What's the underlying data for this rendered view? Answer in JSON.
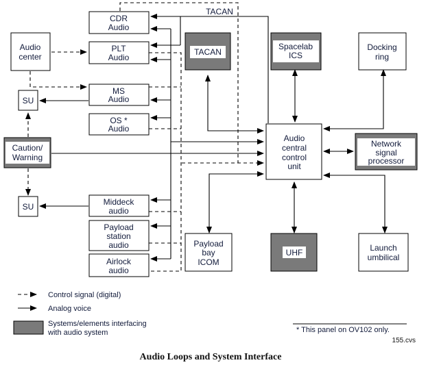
{
  "diagram": {
    "caption": "Audio Loops and System Interface",
    "file_ref": "155.cvs",
    "footnote": "* This panel on OV102 only.",
    "bus_label": "TACAN",
    "nodes": {
      "cdr_audio": [
        "CDR",
        "Audio"
      ],
      "plt_audio": [
        "PLT",
        "Audio"
      ],
      "audio_center": [
        "Audio",
        "center"
      ],
      "ms_audio": [
        "MS",
        "Audio"
      ],
      "os_audio": [
        "OS *",
        "Audio"
      ],
      "su_top": [
        "SU"
      ],
      "caution_warning": [
        "Caution/",
        "Warning"
      ],
      "su_bottom": [
        "SU"
      ],
      "middeck_audio": [
        "Middeck",
        "audio"
      ],
      "payload_station_audio": [
        "Payload",
        "station",
        "audio"
      ],
      "airlock_audio": [
        "Airlock",
        "audio"
      ],
      "tacan": [
        "TACAN"
      ],
      "spacelab_ics": [
        "Spacelab",
        "ICS"
      ],
      "docking_ring": [
        "Docking",
        "ring"
      ],
      "acu": [
        "Audio",
        "central",
        "control",
        "unit"
      ],
      "nsp": [
        "Network",
        "signal",
        "processor"
      ],
      "payload_bay_icom": [
        "Payload",
        "bay",
        "ICOM"
      ],
      "uhf": [
        "UHF"
      ],
      "launch_umbilical": [
        "Launch",
        "umbilical"
      ]
    },
    "legend": {
      "control_signal": "Control signal (digital)",
      "analog_voice": "Analog voice",
      "systems_line1": "Systems/elements interfacing",
      "systems_line2": "with audio system"
    },
    "colors": {
      "interfacing_system_fill": "#7a7a7a",
      "text": "#111a3a"
    }
  }
}
